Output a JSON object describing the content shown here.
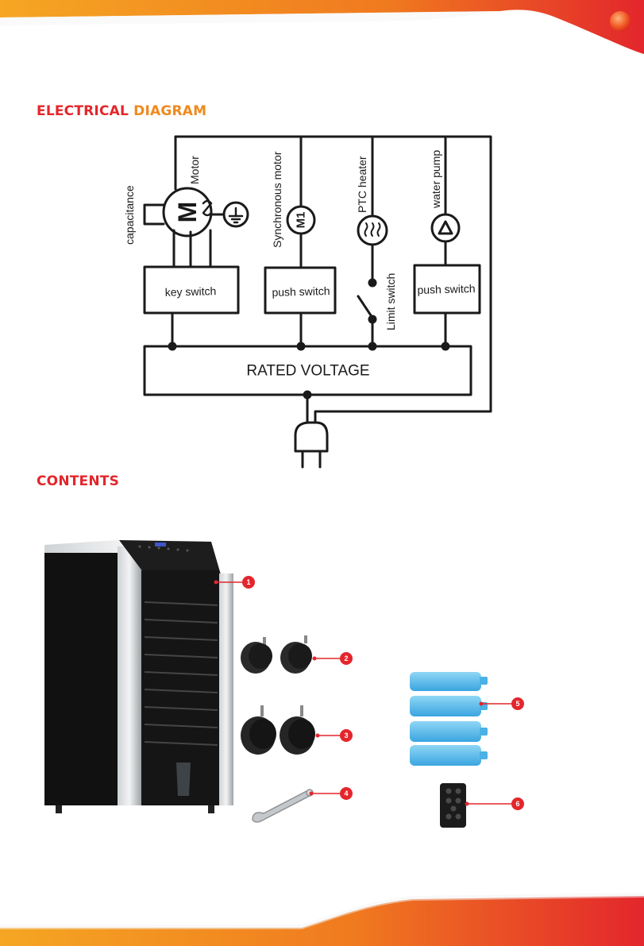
{
  "colors": {
    "accent_red": "#e3262c",
    "accent_orange": "#ef8a1e",
    "line": "#1a1a1a",
    "callout": "#e3262c"
  },
  "page_number": "",
  "electrical": {
    "title_part1": "ELECTRICAL",
    "title_part2": "DIAGRAM"
  },
  "diagram": {
    "motor_label": "Motor",
    "motor_symbol": "M",
    "capacitance_label": "capacitance",
    "synchronous_motor_label": "Synchronous motor",
    "m1_symbol": "M1",
    "ptc_heater_label": "PTC heater",
    "water_pump_label": "water pump",
    "key_switch": "key switch",
    "push_switch_1": "push switch",
    "push_switch_2": "push switch",
    "limit_switch": "Limit switch",
    "rated_voltage": "RATED VOLTAGE"
  },
  "contents": {
    "title": "CONTENTS",
    "callouts": [
      "1",
      "2",
      "3",
      "4",
      "5",
      "6"
    ]
  }
}
